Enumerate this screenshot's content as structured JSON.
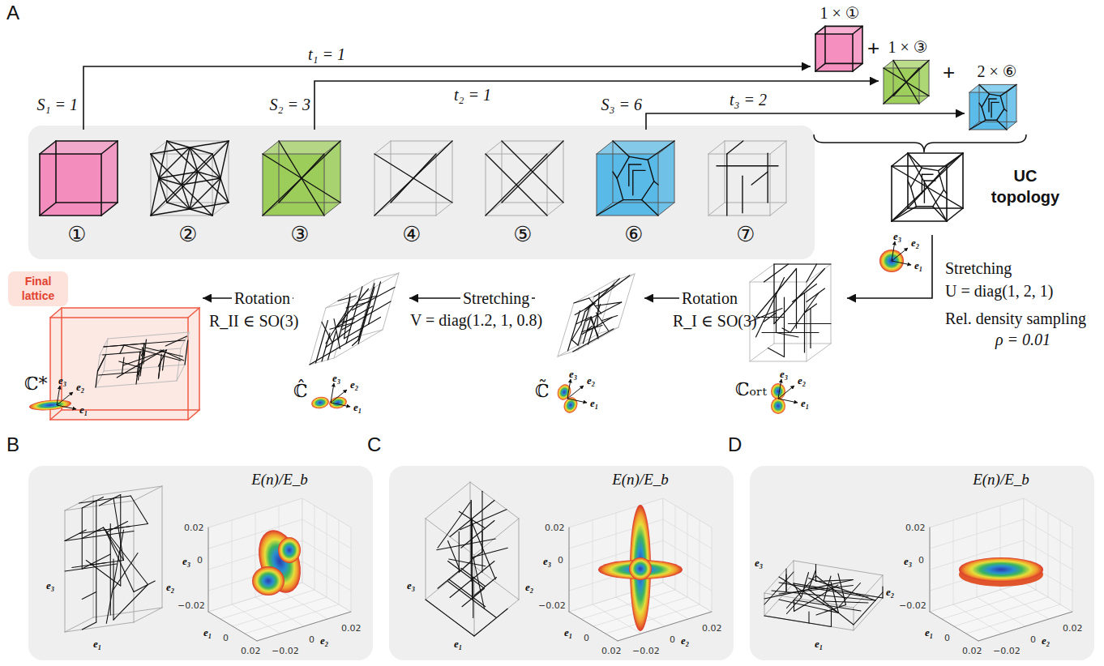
{
  "diagram": {
    "nodes": [
      {
        "text": [
          "1 × ①"
        ]
      },
      {
        "text": [
          "1 × ③"
        ]
      },
      {
        "text": [
          "2 × ⑥"
        ]
      },
      {
        "text": [
          "①"
        ]
      },
      {
        "text": [
          "②"
        ]
      },
      {
        "text": [
          "③"
        ]
      },
      {
        "text": [
          "④"
        ]
      },
      {
        "text": [
          "⑤"
        ]
      },
      {
        "text": [
          "⑥"
        ]
      },
      {
        "text": [
          "⑦"
        ]
      },
      {
        "text": [
          "UC topology"
        ]
      },
      {
        "text": [
          "ℂₒᵣₜ"
        ]
      },
      {
        "text": [
          "ℂ̃"
        ]
      },
      {
        "text": [
          "ℂ̂"
        ]
      },
      {
        "text": [
          "Final lattice",
          "ℂ*"
        ]
      },
      {
        "text": [
          "B",
          "E(n)/E_b"
        ]
      },
      {
        "text": [
          "C",
          "E(n)/E_b"
        ]
      },
      {
        "text": [
          "D",
          "E(n)/E_b"
        ]
      }
    ],
    "edges": [
      {
        "from": 3,
        "to": 0,
        "arrow": "to",
        "label": "t₁ = 1"
      },
      {
        "from": 5,
        "to": 1,
        "arrow": "to",
        "label": "t₂ = 1"
      },
      {
        "from": 8,
        "to": 2,
        "arrow": "to",
        "label": "t₃ = 2"
      },
      {
        "from": 10,
        "to": 11,
        "arrow": "to",
        "label": "Stretching"
      },
      {
        "from": 11,
        "to": 12,
        "arrow": "to",
        "label": "Rotation"
      },
      {
        "from": 12,
        "to": 13,
        "arrow": "to",
        "label": "Stretching"
      },
      {
        "from": 13,
        "to": 14,
        "arrow": "to",
        "label": "Rotation"
      }
    ],
    "labels": [
      "A",
      "S₁ = 1",
      "S₂ = 3",
      "S₃ = 6",
      "+",
      "+",
      "e₃",
      "e₂",
      "e₁",
      "U = diag(1, 2, 1)",
      "Rel. density sampling",
      "ρ = 0.01",
      "e₃",
      "e₂",
      "e₁",
      "R_I ∈ SO(3)",
      "e₃",
      "e₂",
      "e₁",
      "V = diag(1.2, 1, 0.8)",
      "e₃",
      "e₂",
      "e₁",
      "R_II ∈ SO(3)",
      "e₃",
      "e₂",
      "e₁",
      "e₃",
      "e₂",
      "e₁",
      "0.02",
      "e₃",
      "0",
      "−0.02",
      "e₁",
      "0",
      "0.02",
      "0.02",
      "0",
      "e₂",
      "−0.02",
      "e₃",
      "e₂",
      "e₁",
      "0.02",
      "e₃",
      "0",
      "−0.02",
      "e₁",
      "0",
      "0.02",
      "0.02",
      "0",
      "e₂",
      "−0.02",
      "e₃",
      "e₂",
      "e₁",
      "0.02",
      "e₃",
      "0",
      "−0.02",
      "e₁",
      "0",
      "0.02",
      "0.02",
      "0",
      "e₂",
      "−0.02"
    ]
  }
}
